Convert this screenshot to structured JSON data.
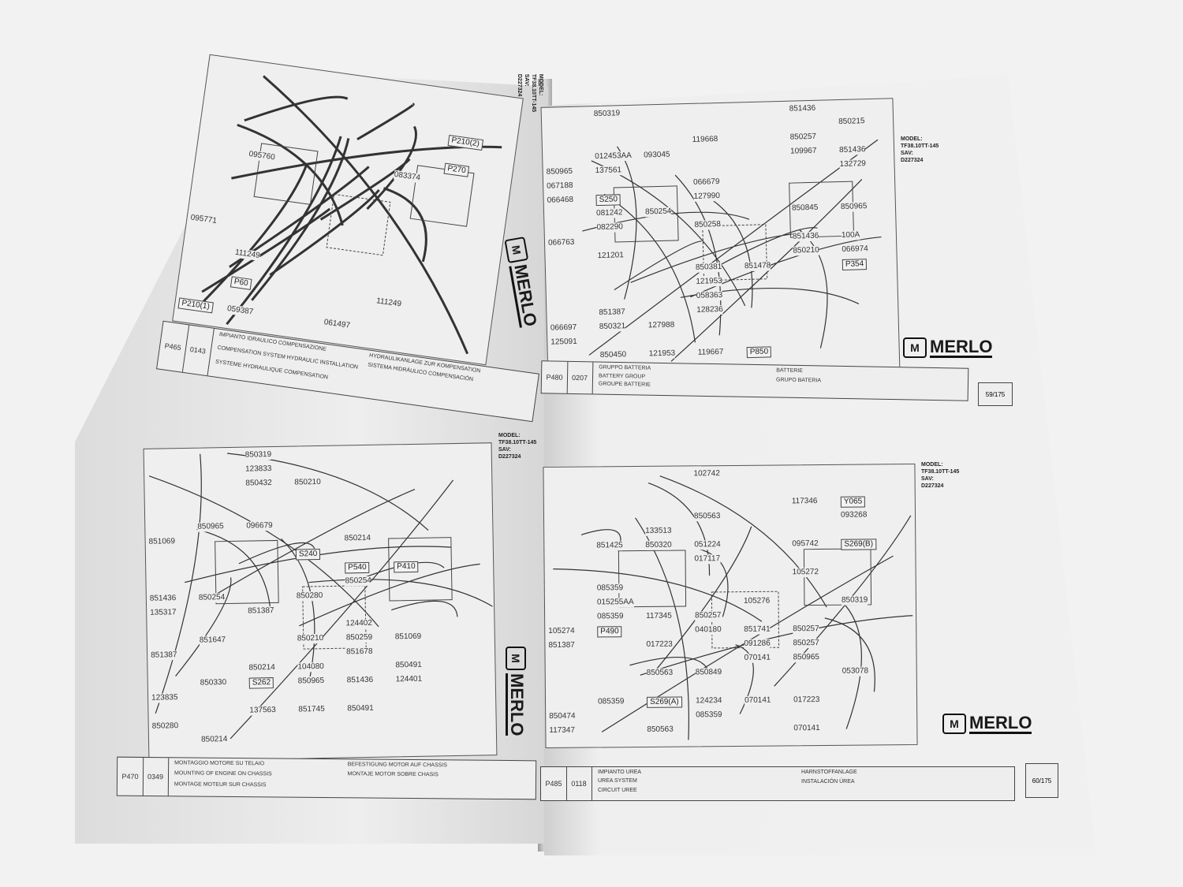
{
  "brand": "MERLO",
  "model_block": {
    "model_label": "MODEL:",
    "model": "TF38.10TT-145",
    "sav_label": "SAV:",
    "sav": "D227324"
  },
  "panels": [
    {
      "id": "hydraulic",
      "code": "P465",
      "ref": "0143",
      "titles": [
        "IMPIANTO IDRAULICO COMPENSAZIONE",
        "COMPENSATION SYSTEM HYDRAULIC INSTALLATION",
        "SYSTEME HYDRAULIQUE COMPENSATION",
        "HYDRAULIKANLAGE ZUR KOMPENSATION",
        "SISTEMA HIDRÁULICO COMPENSACIÓN"
      ],
      "boxes": [
        "P210(2)",
        "P210(1)",
        "P60",
        "P270"
      ],
      "parts": [
        "095760",
        "095771",
        "083374",
        "111249",
        "111249",
        "059387",
        "061497"
      ]
    },
    {
      "id": "battery",
      "code": "P480",
      "ref": "0207",
      "page": "59/175",
      "titles": [
        "GRUPPO BATTERIA",
        "BATTERY GROUP",
        "GROUPE BATTERIE",
        "BATTERIE",
        "GRUPO BATERIA"
      ],
      "boxes": [
        "P354",
        "S250",
        "P850"
      ],
      "parts": [
        "127988",
        "851478",
        "851436",
        "850965",
        "121953",
        "066679",
        "850210",
        "851436",
        "850965",
        "067188",
        "850381",
        "119667",
        "119668",
        "082290",
        "081242",
        "066468",
        "066697",
        "066974",
        "137561",
        "850258",
        "850321",
        "127990",
        "012453AA",
        "093045",
        "058363",
        "109967",
        "850254",
        "851436",
        "850319",
        "066763",
        "128236",
        "850450",
        "850845",
        "121953",
        "132729",
        "125091",
        "121201",
        "100A",
        "850215",
        "851387",
        "850257"
      ]
    },
    {
      "id": "engine",
      "code": "P470",
      "ref": "0349",
      "titles": [
        "MONTAGGIO MOTORE SU TELAIO",
        "MOUNTING OF ENGINE ON CHASSIS",
        "MONTAGE MOTEUR SUR CHASSIS",
        "BEFESTIGUNG MOTOR AUF CHASSIS",
        "MONTAJE MOTOR SOBRE CHASIS"
      ],
      "boxes": [
        "P540",
        "P410",
        "S240",
        "S262"
      ],
      "parts": [
        "123835",
        "850210",
        "851436",
        "850254",
        "850214",
        "851647",
        "850259",
        "851678",
        "851745",
        "850330",
        "104080",
        "850432",
        "850965",
        "850319",
        "850210",
        "851436",
        "850254",
        "137563",
        "124401",
        "850491",
        "851069",
        "123833",
        "135317",
        "096679",
        "851069",
        "850491",
        "850280",
        "851387",
        "850214",
        "124402",
        "850280",
        "851387",
        "850214",
        "850965"
      ]
    },
    {
      "id": "urea",
      "code": "P485",
      "ref": "0118",
      "page": "60/175",
      "titles": [
        "IMPIANTO UREA",
        "UREA SYSTEM",
        "CIRCUIT UREE",
        "HARNSTOFFANLAGE",
        "INSTALACIÓN ÚREA"
      ],
      "boxes": [
        "S269(A)",
        "P490",
        "Y065",
        "S269(B)"
      ],
      "parts": [
        "095742",
        "091286",
        "850319",
        "850965",
        "851425",
        "017223",
        "017223",
        "040180",
        "015255AA",
        "070141",
        "105276",
        "850474",
        "851387",
        "850257",
        "017117",
        "117346",
        "117347",
        "117345",
        "070141",
        "850563",
        "850563",
        "105272",
        "070141",
        "093268",
        "850849",
        "850257",
        "085359",
        "053078",
        "085359",
        "102742",
        "085359",
        "051224",
        "085359",
        "850257",
        "850320",
        "105274",
        "124234",
        "133513",
        "850563",
        "851741"
      ]
    }
  ]
}
